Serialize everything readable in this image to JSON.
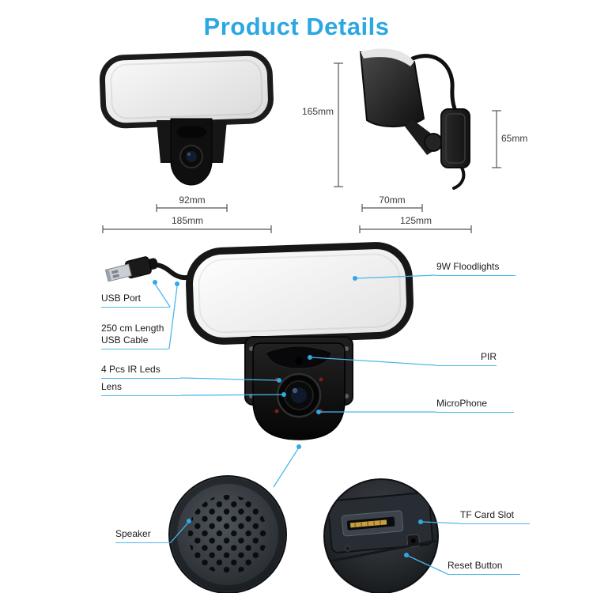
{
  "title": "Product Details",
  "colors": {
    "accent_blue": "#2BA7E2",
    "leader_blue": "#4DB8EC"
  },
  "dimensions": {
    "front_height": "165mm",
    "camera_width": "92mm",
    "front_total_width": "185mm",
    "side_height": "65mm",
    "side_head_depth": "70mm",
    "side_total_depth": "125mm"
  },
  "callouts": {
    "usb_port": "USB Port",
    "usb_cable": "250 cm Length USB Cable",
    "ir_leds": "4 Pcs IR Leds",
    "lens": "Lens",
    "floodlights": "9W Floodlights",
    "pir": "PIR",
    "microphone": "MicroPhone",
    "speaker": "Speaker",
    "tf_card_slot": "TF Card Slot",
    "reset_button": "Reset Button"
  }
}
